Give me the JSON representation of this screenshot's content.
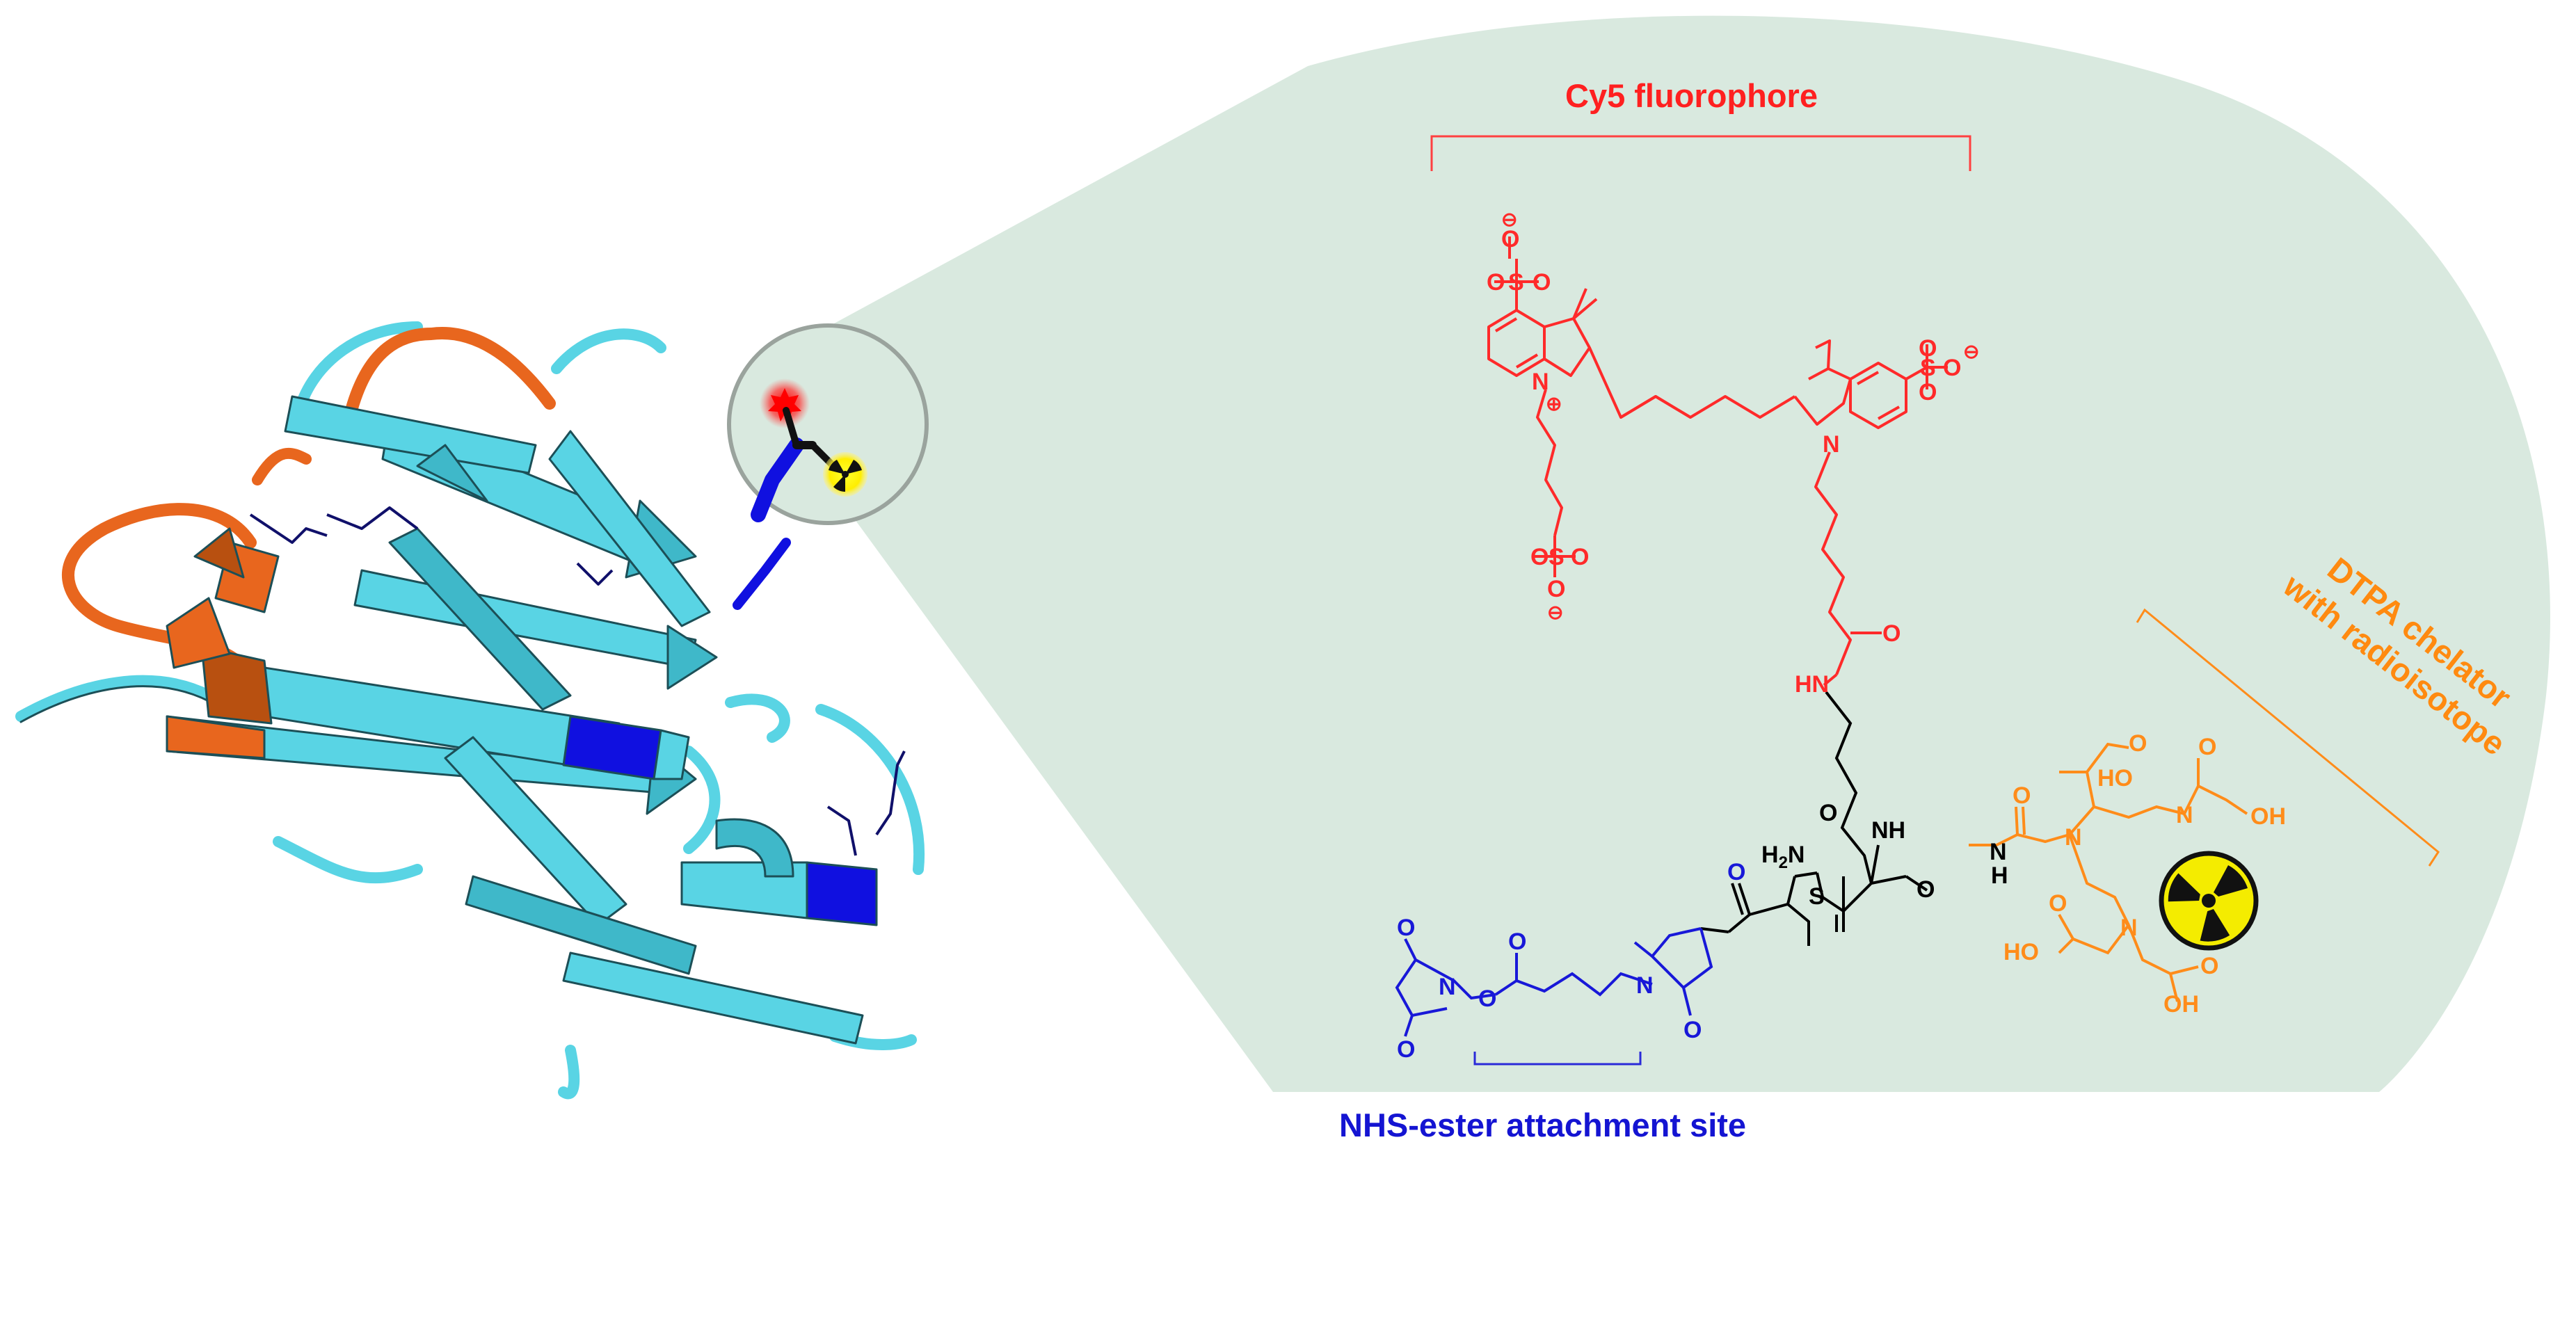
{
  "labels": {
    "cy5": "Cy5 fluorophore",
    "dtpa_line1": "DTPA chelator",
    "dtpa_line2": "with radioisotope",
    "nhs": "NHS-ester attachment site"
  },
  "atoms": {
    "oxygen": "O",
    "sulfur": "S",
    "nitrogen": "N",
    "nitrogen_plus": "N",
    "hn": "HN",
    "nh": "NH",
    "n_h": "N",
    "h": "H",
    "h2n": "H2N",
    "oh": "OH",
    "ho": "HO",
    "minus": "⊖",
    "plus": "⊕"
  },
  "colors": {
    "background_bubble": "#d9e9df",
    "cy5": "#ff2a2a",
    "nhs": "#1818d8",
    "dtpa": "#ff8c1a",
    "linker": "#000000",
    "protein_sheet": "#5ad8e8",
    "protein_loop_orange": "#e8661e",
    "protein_blue": "#1010e0"
  },
  "icons": [
    "radioactive-icon",
    "fluorophore-star-icon",
    "antibody-ribbon-illustration"
  ]
}
